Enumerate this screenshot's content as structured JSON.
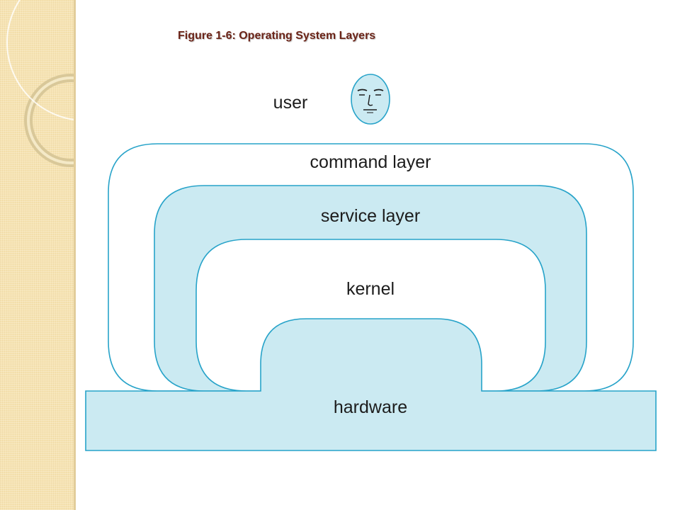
{
  "figure": {
    "title": "Figure 1-6: Operating System Layers"
  },
  "diagram": {
    "user_label": "user",
    "user_icon": "face-icon",
    "layers": {
      "command": "command layer",
      "service": "service layer",
      "kernel": "kernel",
      "hardware": "hardware"
    },
    "colors": {
      "stroke": "#27a3c9",
      "fill_light": "#cbeaf2",
      "fill_white": "#ffffff",
      "side_strip": "#f6e3b2"
    }
  }
}
